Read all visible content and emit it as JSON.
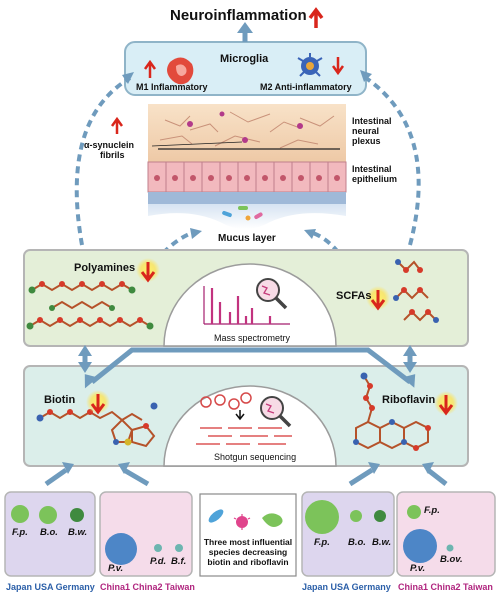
{
  "title": "Neuroinflammation",
  "microglia": {
    "title": "Microglia",
    "m1_label": "M1 Inflammatory",
    "m2_label": "M2 Anti-inflammatory"
  },
  "gut": {
    "synuclein_label_1": "α-synuclein",
    "synuclein_label_2": "fibrils",
    "plexus_label_1": "Intestinal",
    "plexus_label_2": "neural",
    "plexus_label_3": "plexus",
    "epithelium_label_1": "Intestinal",
    "epithelium_label_2": "epithelium",
    "mucus_label": "Mucus layer"
  },
  "metabolites": {
    "polyamines": "Polyamines",
    "scfas": "SCFAs",
    "mass_spec": "Mass spectrometry",
    "biotin": "Biotin",
    "riboflavin": "Riboflavin",
    "shotgun": "Shotgun sequencing"
  },
  "center_box": {
    "line1": "Three most influential",
    "line2": "species decreasing",
    "line3": "biotin and riboflavin"
  },
  "species": {
    "left_top": [
      "F.p.",
      "B.o.",
      "B.w."
    ],
    "left_bottom": [
      "P.v.",
      "P.d.",
      "B.f."
    ],
    "right_top": [
      "F.p.",
      "B.o.",
      "B.w."
    ],
    "right_bottom": [
      "F.p.",
      "B.ov.",
      "P.v."
    ]
  },
  "countries": {
    "left_a": "Japan USA Germany",
    "left_b": "China1 China2 Taiwan",
    "right_a": "Japan USA Germany",
    "right_b": "China1 China2 Taiwan"
  },
  "colors": {
    "purple_box": "#ddd6ee",
    "pink_box": "#f5dcea",
    "green_band": "#e4efd8",
    "teal_band": "#dbeeea",
    "microglia_box": "#d9eef6",
    "arrow_blue": "#6f9bbd",
    "down_arrow": "#d9261c",
    "country_blue": "#2b5fa8",
    "country_magenta": "#b0267f"
  },
  "icons": [
    "up-arrow-icon",
    "down-arrow-icon",
    "magnifier-icon",
    "m1-microglia-icon",
    "m2-microglia-icon",
    "bacteria-icon"
  ]
}
